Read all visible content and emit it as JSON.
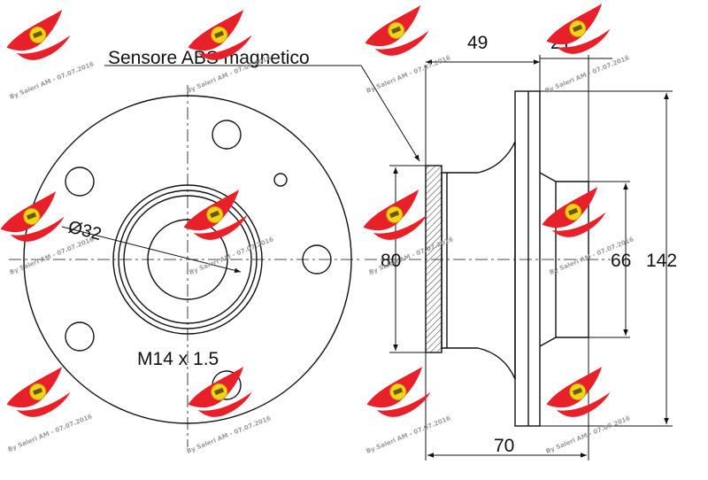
{
  "drawing": {
    "sensor_label": "Sensore ABS magnetico",
    "thread_label": "M14 x 1.5",
    "diameter_label": "Ø32",
    "dim_49": "49",
    "dim_21": "21",
    "dim_80": "80",
    "dim_66": "66",
    "dim_142": "142",
    "dim_70": "70"
  },
  "watermark": {
    "text": "By Saleri AM - 07.07.2016",
    "logo_color": "#e8202a",
    "badge_color": "#f2d21a"
  },
  "colors": {
    "line": "#111111",
    "hatch": "#333333"
  }
}
